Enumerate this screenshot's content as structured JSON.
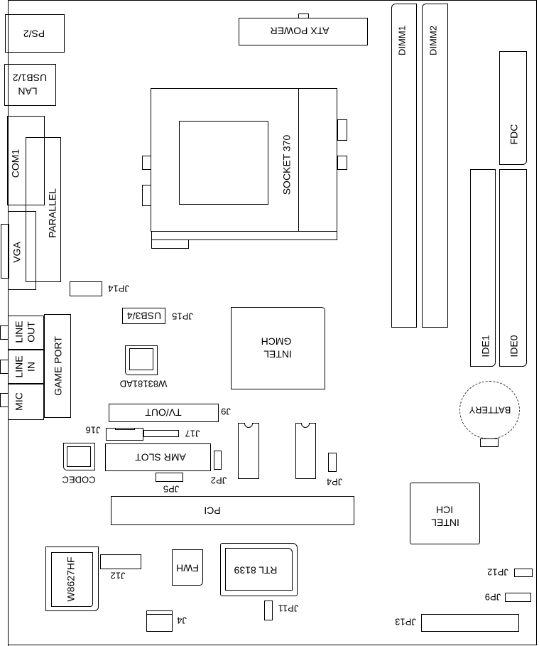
{
  "board": {
    "ps2": "PS/2",
    "lan_usb_line1": "USB1/2",
    "lan_usb_line2": "LAN",
    "com1": "COM1",
    "parallel": "PARALLEL",
    "vga": "VGA",
    "atx_power": "ATX POWER",
    "socket": "SOCKET 370",
    "dimm1": "DIMM1",
    "dimm2": "DIMM2",
    "fdc": "FDC",
    "ide1": "IDE1",
    "ide0": "IDE0",
    "battery": "BATTERY",
    "jp14": "JP14",
    "usb34": "USB3/4",
    "jp15": "JP15",
    "gmch_line1": "GMCH",
    "gmch_line2": "INTEL",
    "w83181ad": "W83181AD",
    "line_out_1": "LINE",
    "line_out_2": "OUT",
    "line_in_1": "LINE",
    "line_in_2": "IN",
    "mic": "MIC",
    "game_port": "GAME PORT",
    "tv_out": "TV/OUT",
    "j9": "J9",
    "j16": "J16",
    "j17": "J17",
    "amr_slot": "AMR SLOT",
    "jp2": "JP2",
    "jp5": "JP5",
    "codec": "CODEC",
    "jp4": "JP4",
    "pci": "PCI",
    "ich_line1": "ICH",
    "ich_line2": "INTEL",
    "w8627hf": "W8627HF",
    "j12": "J12",
    "fwh": "FWH",
    "rtl": "RTL 8139",
    "jp11": "JP11",
    "j4": "J4",
    "jp12": "JP12",
    "jp9": "JP9",
    "jp13": "JP13"
  }
}
